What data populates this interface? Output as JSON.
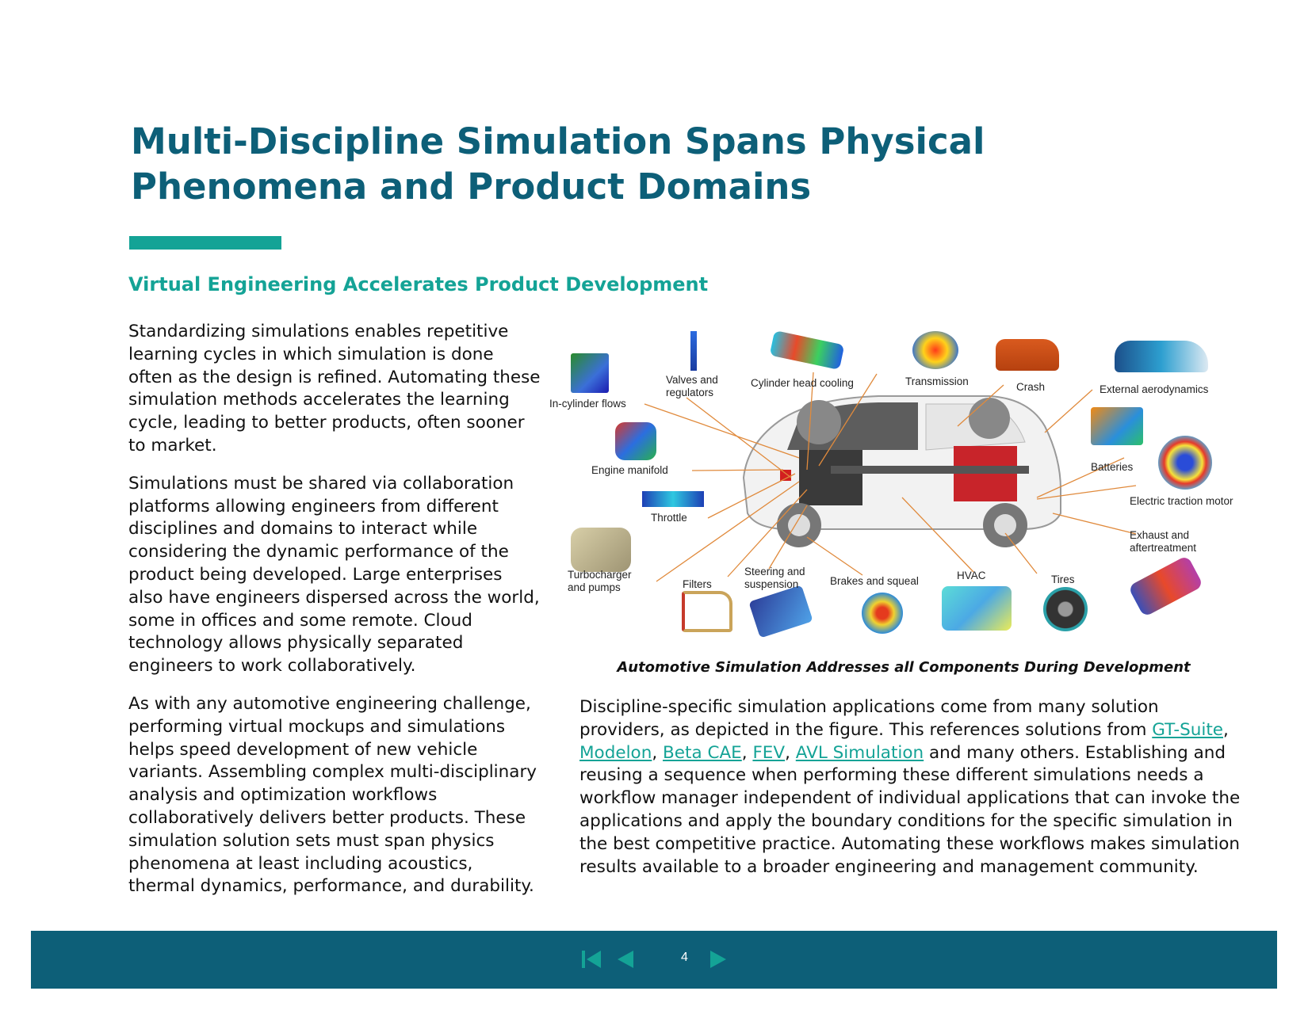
{
  "title": "Multi-Discipline Simulation Spans Physical Phenomena and Product Domains",
  "subtitle": "Virtual Engineering Accelerates Product Development",
  "left_paragraphs": [
    "Standardizing simulations enables repetitive learning cycles in which simulation is done often as the design is refined. Automating these simulation methods accelerates the learning cycle, leading to better products, often sooner to market.",
    "Simulations must be shared via collaboration platforms allowing engineers from different disciplines and domains to interact while considering the dynamic performance of the product being developed. Large enterprises also have engineers dispersed across the world, some in offices and some remote. Cloud technology allows physically separated engineers to work collaboratively.",
    "As with any automotive engineering challenge, performing virtual mockups and simulations helps speed development of new vehicle variants. Assembling complex multi-disciplinary analysis and optimization workflows collaboratively delivers better products. These simulation solution sets must span physics phenomena at least including acoustics, thermal dynamics, performance, and durability."
  ],
  "figure": {
    "labels": {
      "in_cylinder": "In-cylinder flows",
      "valves": "Valves and regulators",
      "cylinder_head": "Cylinder head cooling",
      "transmission": "Transmission",
      "crash": "Crash",
      "aero": "External aerodynamics",
      "engine_manifold": "Engine manifold",
      "batteries": "Batteries",
      "traction_motor": "Electric traction motor",
      "throttle": "Throttle",
      "exhaust": "Exhaust and aftertreatment",
      "turbo": "Turbocharger and pumps",
      "filters": "Filters",
      "steering": "Steering and suspension",
      "brakes": "Brakes and squeal",
      "hvac": "HVAC",
      "tires": "Tires"
    },
    "caption": "Automotive Simulation Addresses all Components During Development"
  },
  "right_text": {
    "intro": "Discipline-specific simulation applications come from many solution providers, as depicted in the figure. This references solutions from ",
    "links": [
      "GT-Suite",
      "Modelon",
      "Beta CAE",
      "FEV",
      "AVL Simulation"
    ],
    "sep1": ", ",
    "sep2": ",",
    "sep3": ", ",
    "sep4": ", ",
    "outro": " and many others. Establishing and reusing a sequence when performing these different simulations needs a workflow manager independent of individual applications that can invoke the applications and apply the boundary conditions for the specific simulation in the best competitive practice. Automating these workflows makes simulation results available to a broader engineering and management community."
  },
  "footer": {
    "page_number": "4",
    "bg_color": "#0d5f78",
    "nav_color": "#14a396"
  },
  "colors": {
    "title": "#0d5f78",
    "accent": "#14a396",
    "leader_lines": "#e08a3c"
  }
}
